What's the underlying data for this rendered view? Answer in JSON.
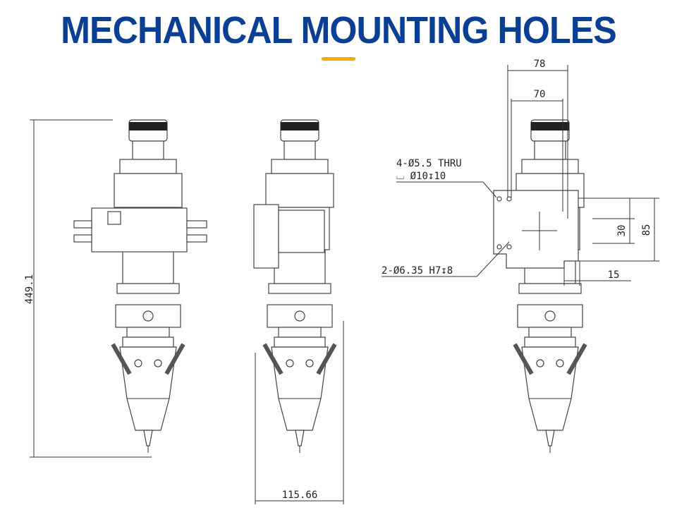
{
  "title": "MECHANICAL MOUNTING HOLES",
  "accent_color": "#f7a900",
  "title_color": "#0b3f93",
  "views": [
    "front-view",
    "side-view",
    "mounting-view"
  ],
  "dimensions": {
    "overall_height": "449.1",
    "width": "115.66",
    "top_78": "78",
    "top_70": "70",
    "hole_spacing_30": "30",
    "plate_height_85": "85",
    "offset_15": "15"
  },
  "annotations": {
    "thru_holes_line1": "4-Ø5.5 THRU",
    "thru_holes_line2": "⌴ Ø10↧10",
    "pin_holes": "2-Ø6.35 H7↧8"
  }
}
